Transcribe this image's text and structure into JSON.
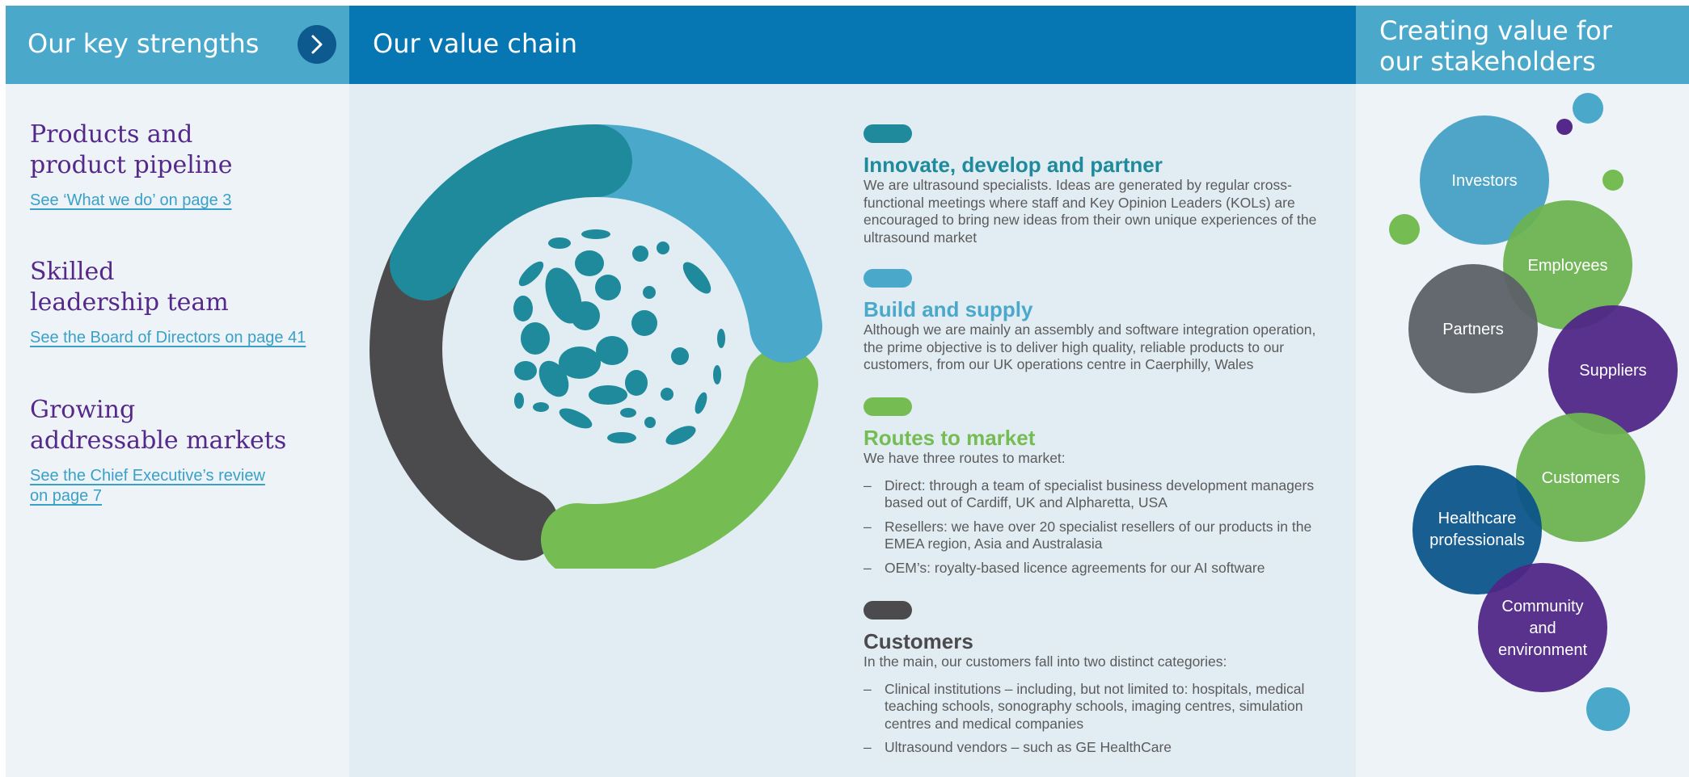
{
  "header": {
    "left_title": "Our key strengths",
    "mid_title": "Our value chain",
    "right_title_line1": "Creating value for",
    "right_title_line2": "our stakeholders"
  },
  "strengths": [
    {
      "title_line1": "Products and",
      "title_line2": "product pipeline",
      "link_line1": "See ‘What we do’ on page 3",
      "link_line2": ""
    },
    {
      "title_line1": "Skilled",
      "title_line2": "leadership team",
      "link_line1": "See the Board of Directors on page 41",
      "link_line2": ""
    },
    {
      "title_line1": "Growing",
      "title_line2": "addressable markets",
      "link_line1": "See the Chief Executive’s review ",
      "link_line2": "on page 7"
    }
  ],
  "value_chain": [
    {
      "title": "Innovate, develop and partner",
      "color": "#1e8a9b",
      "text": "We are ultrasound specialists. Ideas are generated by regular cross-functional meetings where staff and Key Opinion Leaders (KOLs) are encouraged to bring new ideas from their own unique experiences of the ultrasound market"
    },
    {
      "title": "Build and supply",
      "color": "#4aa9cb",
      "text": "Although we are mainly an assembly and software integration operation, the prime objective is to deliver high quality, reliable products to our customers, from our UK operations centre in Caerphilly, Wales"
    },
    {
      "title": "Routes to market",
      "color": "#75bd53",
      "text": "We have three routes to market:",
      "bullets": [
        "Direct: through a team of specialist business development managers based out of Cardiff, UK and Alpharetta, USA",
        "Resellers: we have over 20 specialist resellers of our products in the EMEA region, Asia and Australasia",
        "OEM’s: royalty-based licence agreements for our AI software"
      ]
    },
    {
      "title": "Customers",
      "color": "#4b4b4d",
      "text": "In the main, our customers fall into two distinct categories:",
      "bullets": [
        "Clinical institutions – including, but not limited to: hospitals, medical teaching schools, sonography schools, imaging centres, simulation centres and medical companies",
        "Ultrasound vendors – such as GE HealthCare"
      ]
    }
  ],
  "stakeholders": {
    "investors": "Investors",
    "employees": "Employees",
    "partners": "Partners",
    "suppliers": "Suppliers",
    "customers": "Customers",
    "healthcare_line1": "Healthcare",
    "healthcare_line2": "professionals",
    "community_line1": "Community",
    "community_line2": "and",
    "community_line3": "environment"
  },
  "colors": {
    "teal": "#1e8a9b",
    "light_blue": "#4aa9cb",
    "green": "#75bd53",
    "dark_grey": "#4b4b4d",
    "purple": "#55298a",
    "header_blue": "#0677b3"
  },
  "icons": [
    "chevron-right-icon",
    "chevron-right-icon"
  ]
}
